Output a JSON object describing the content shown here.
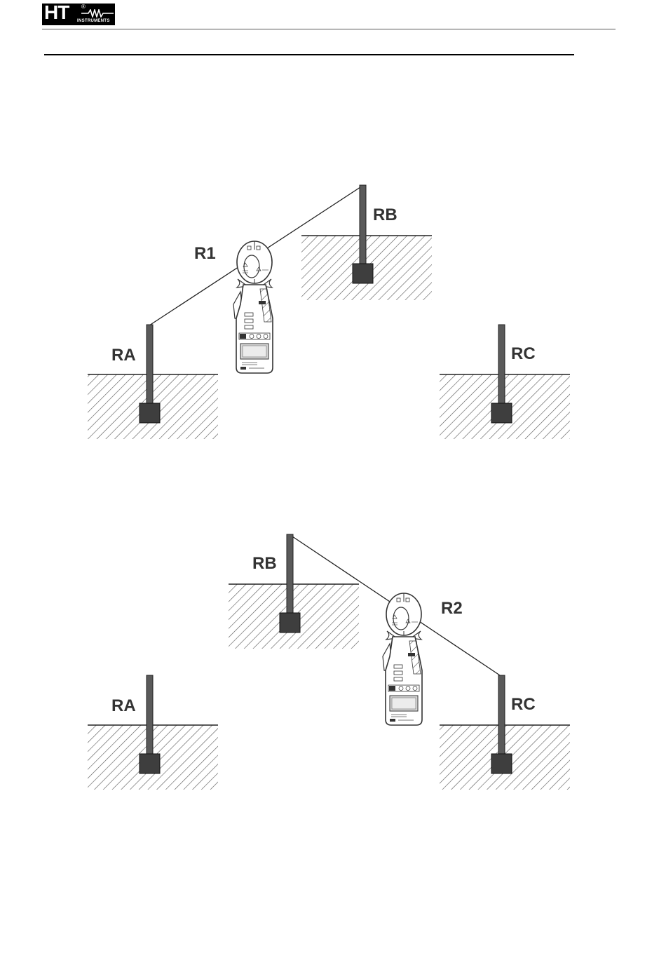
{
  "header": {
    "logo_text": "HT",
    "logo_reg": "®",
    "logo_subtext": "INSTRUMENTS"
  },
  "diagram1": {
    "labels": {
      "ra": "RA",
      "rb": "RB",
      "rc": "RC",
      "clamp": "R1"
    }
  },
  "diagram2": {
    "labels": {
      "ra": "RA",
      "rb": "RB",
      "rc": "RC",
      "clamp": "R2"
    }
  },
  "colors": {
    "rod": "#5a5a5a",
    "block": "#3e3e3e",
    "hatch": "#555555",
    "text": "#333333"
  },
  "icons": [
    "clamp-meter-icon",
    "earth-rod-icon"
  ]
}
